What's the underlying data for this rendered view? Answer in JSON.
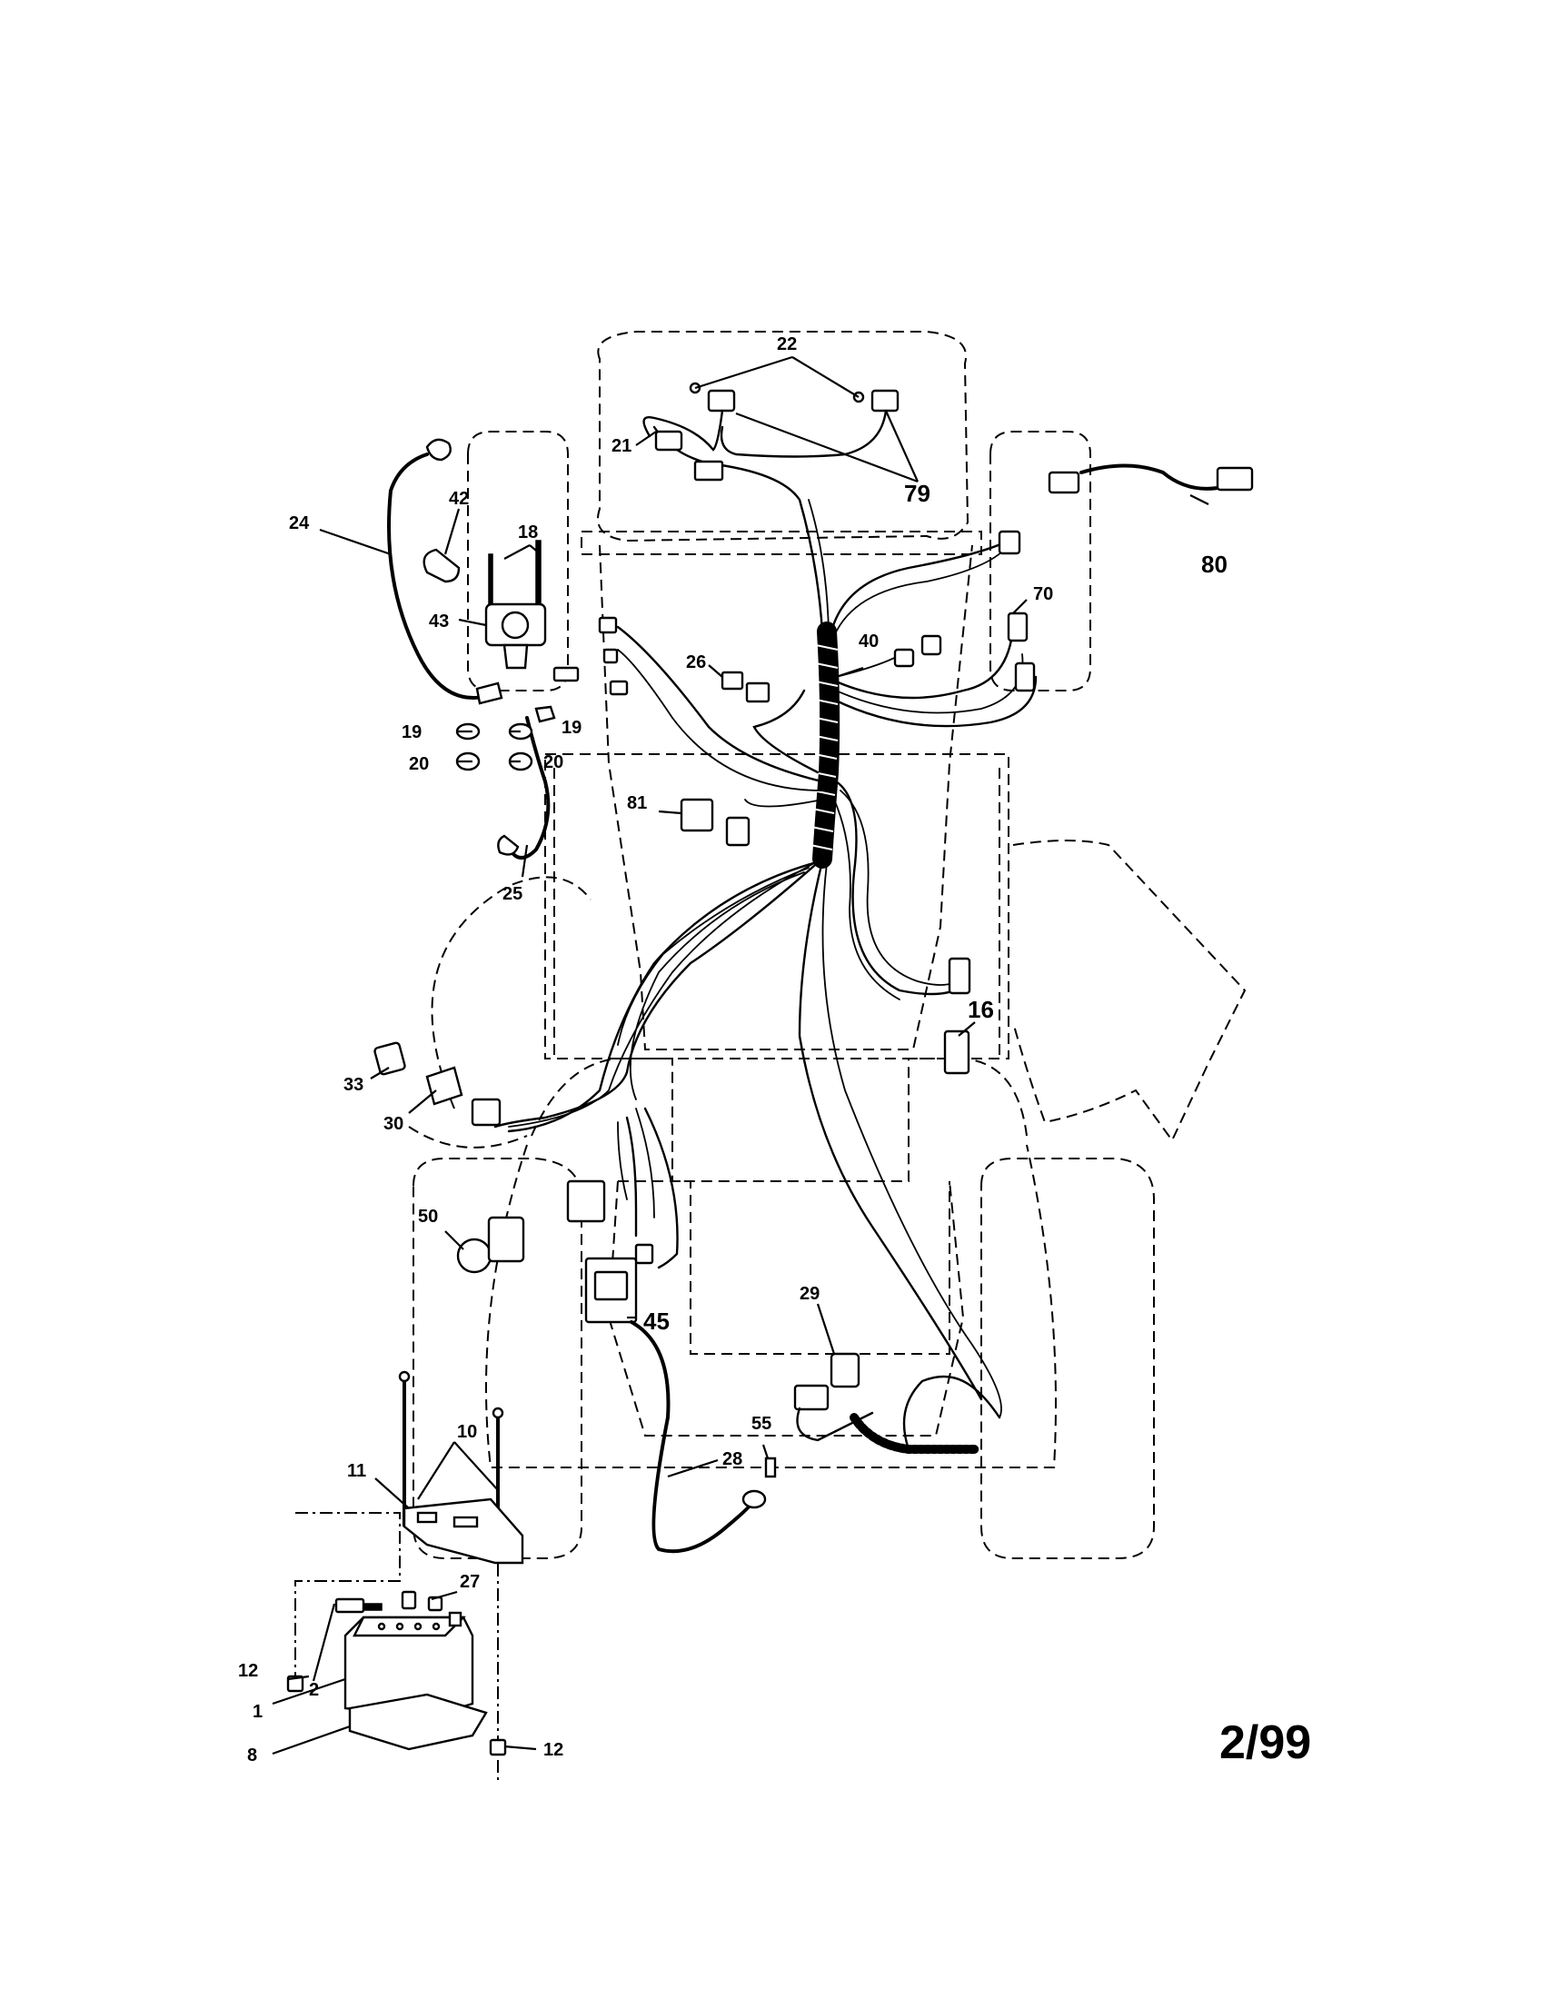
{
  "diagram": {
    "footer_code": "2/99",
    "callouts": {
      "c1": "1",
      "c2": "2",
      "c8": "8",
      "c10": "10",
      "c11": "11",
      "c12a": "12",
      "c12b": "12",
      "c16": "16",
      "c18": "18",
      "c19a": "19",
      "c19b": "19",
      "c20a": "20",
      "c20b": "20",
      "c21": "21",
      "c22": "22",
      "c24": "24",
      "c25": "25",
      "c26": "26",
      "c27": "27",
      "c28": "28",
      "c29": "29",
      "c30": "30",
      "c33": "33",
      "c40": "40",
      "c42": "42",
      "c43": "43",
      "c45": "45",
      "c50": "50",
      "c55": "55",
      "c70": "70",
      "c79": "79",
      "c80": "80",
      "c81": "81"
    }
  }
}
